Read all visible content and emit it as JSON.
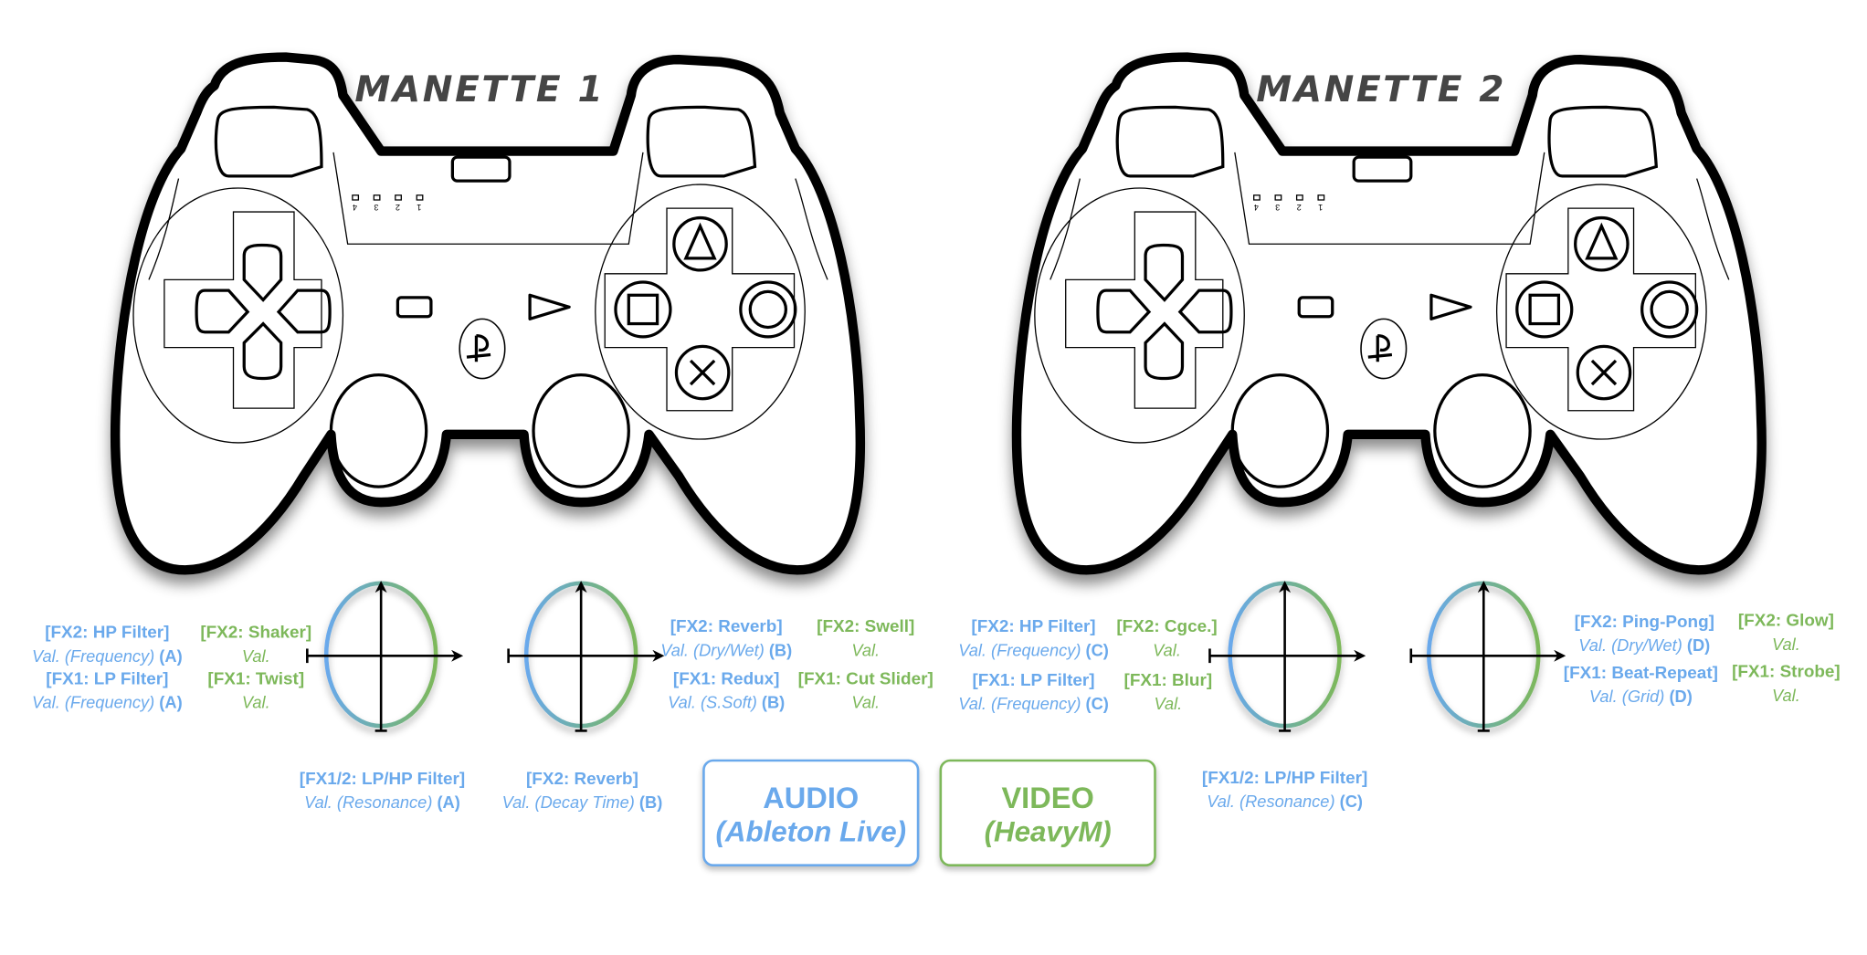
{
  "controllers": [
    {
      "title": "MANETTE 1",
      "led_numbers": [
        "4",
        "3",
        "2",
        "1"
      ]
    },
    {
      "title": "MANETTE 2",
      "led_numbers": [
        "4",
        "3",
        "2",
        "1"
      ]
    }
  ],
  "labels": {
    "c1_left_blue_fx2": {
      "title": "[FX2: HP Filter]",
      "value": "Val. (Frequency)",
      "tag": "(A)"
    },
    "c1_left_blue_fx1": {
      "title": "[FX1: LP Filter]",
      "value": "Val. (Frequency)",
      "tag": "(A)"
    },
    "c1_left_green_fx2": {
      "title": "[FX2: Shaker]",
      "value": "Val."
    },
    "c1_left_green_fx1": {
      "title": "[FX1: Twist]",
      "value": "Val."
    },
    "c1_left_bottom": {
      "title": "[FX1/2: LP/HP Filter]",
      "value": "Val. (Resonance)",
      "tag": "(A)"
    },
    "c1_right_bottom": {
      "title": "[FX2: Reverb]",
      "value": "Val. (Decay Time)",
      "tag": "(B)"
    },
    "c1_right_blue_fx2": {
      "title": "[FX2: Reverb]",
      "value": "Val. (Dry/Wet)",
      "tag": "(B)"
    },
    "c1_right_blue_fx1": {
      "title": "[FX1: Redux]",
      "value": "Val. (S.Soft)",
      "tag": "(B)"
    },
    "c1_right_green_fx2": {
      "title": "[FX2: Swell]",
      "value": "Val."
    },
    "c1_right_green_fx1": {
      "title": "[FX1: Cut Slider]",
      "value": "Val."
    },
    "c2_left_blue_fx2": {
      "title": "[FX2: HP Filter]",
      "value": "Val. (Frequency)",
      "tag": "(C)"
    },
    "c2_left_blue_fx1": {
      "title": "[FX1: LP Filter]",
      "value": "Val. (Frequency)",
      "tag": "(C)"
    },
    "c2_left_green_fx2": {
      "title": "[FX2: Cgce.]",
      "value": "Val."
    },
    "c2_left_green_fx1": {
      "title": "[FX1: Blur]",
      "value": "Val."
    },
    "c2_left_bottom": {
      "title": "[FX1/2: LP/HP Filter]",
      "value": "Val. (Resonance)",
      "tag": "(C)"
    },
    "c2_right_blue_fx2": {
      "title": "[FX2: Ping-Pong]",
      "value": "Val. (Dry/Wet)",
      "tag": "(D)"
    },
    "c2_right_blue_fx1": {
      "title": "[FX1: Beat-Repeat]",
      "value": "Val. (Grid)",
      "tag": "(D)"
    },
    "c2_right_green_fx2": {
      "title": "[FX2: Glow]",
      "value": "Val."
    },
    "c2_right_green_fx1": {
      "title": "[FX1: Strobe]",
      "value": "Val."
    }
  },
  "legend": {
    "audio": {
      "title": "AUDIO",
      "subtitle": "(Ableton Live)"
    },
    "video": {
      "title": "VIDEO",
      "subtitle": "(HeavyM)"
    }
  },
  "colors": {
    "audio": "#6aa9ec",
    "video": "#7db85a",
    "outline": "#000000",
    "title": "#454545"
  }
}
